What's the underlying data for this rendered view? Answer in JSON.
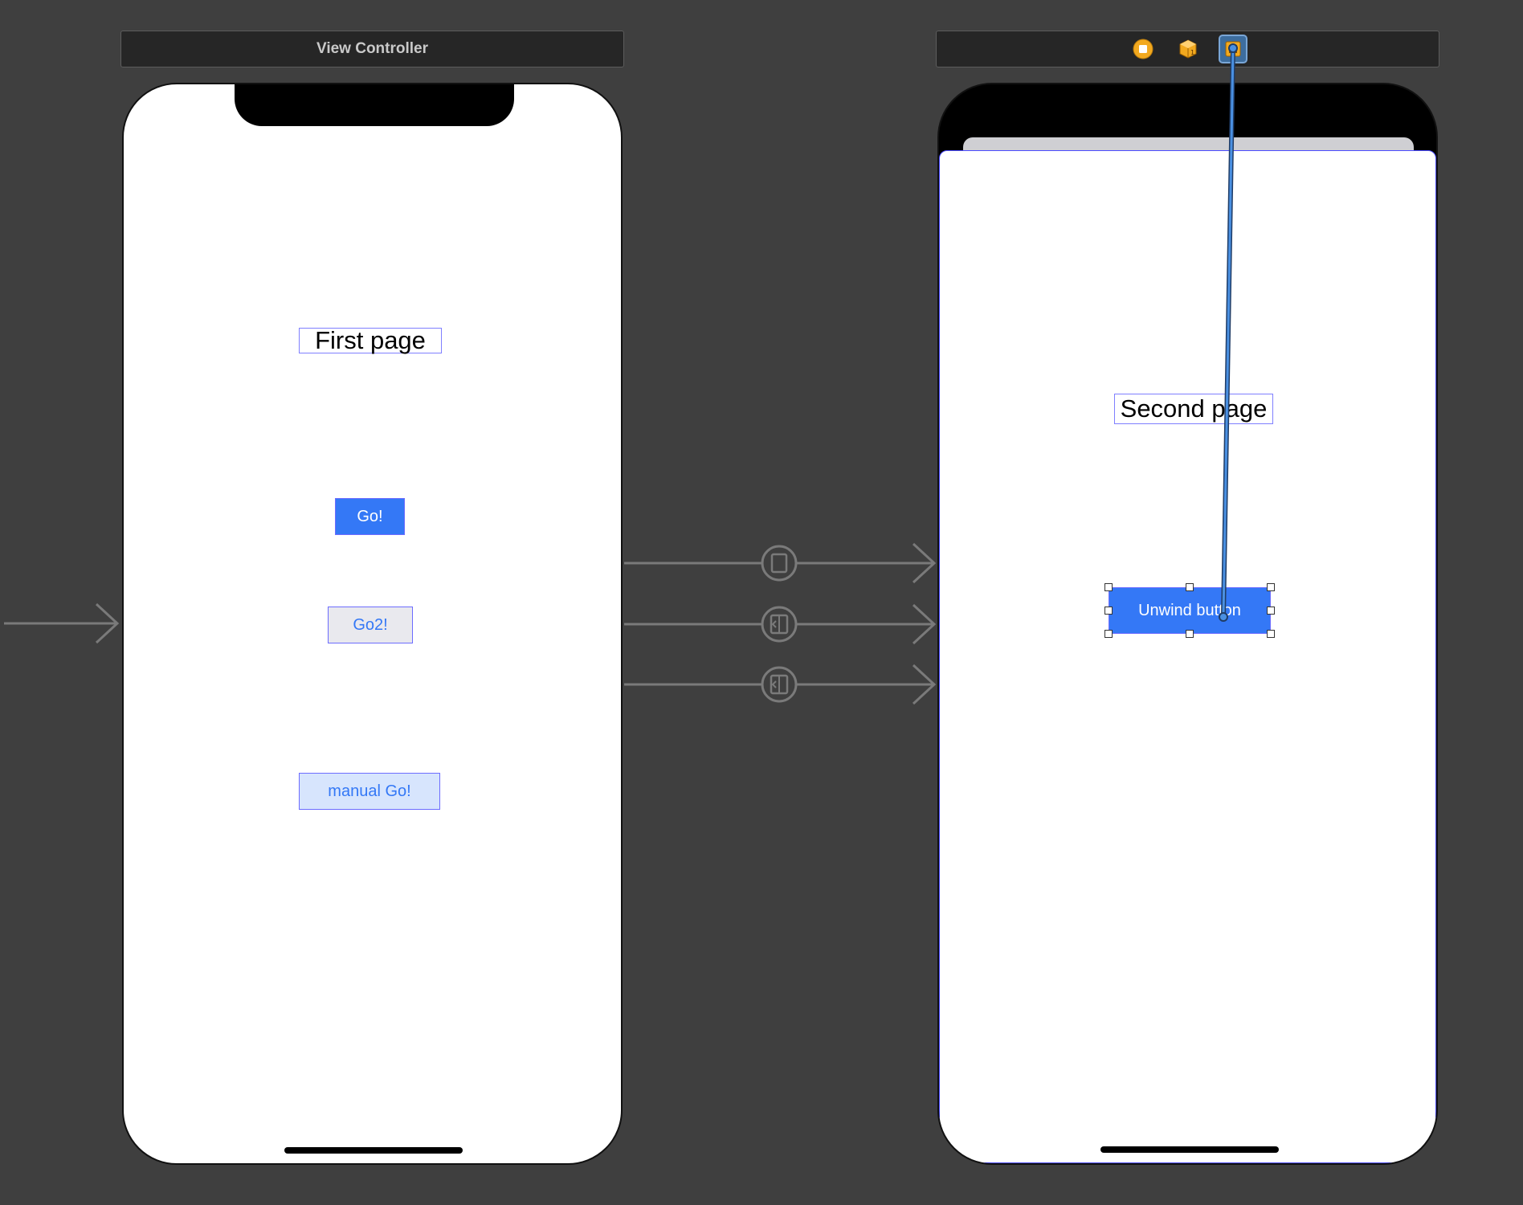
{
  "scenes": {
    "first": {
      "title": "View Controller",
      "label": "First page",
      "buttons": {
        "go": "Go!",
        "go2": "Go2!",
        "manual_go": "manual Go!"
      }
    },
    "second": {
      "dock_icons": [
        "view-controller-icon",
        "first-responder-icon",
        "exit-icon"
      ],
      "label": "Second page",
      "unwind_button": "Unwind button"
    }
  },
  "segues": [
    {
      "from": "go",
      "kind": "present-modally"
    },
    {
      "from": "go2",
      "kind": "custom"
    },
    {
      "from": "manual_go",
      "kind": "custom"
    }
  ],
  "colors": {
    "canvas": "#3f3f3f",
    "accent": "#3478f6",
    "selection": "#6c6cff",
    "connection": "#4a90e2"
  }
}
